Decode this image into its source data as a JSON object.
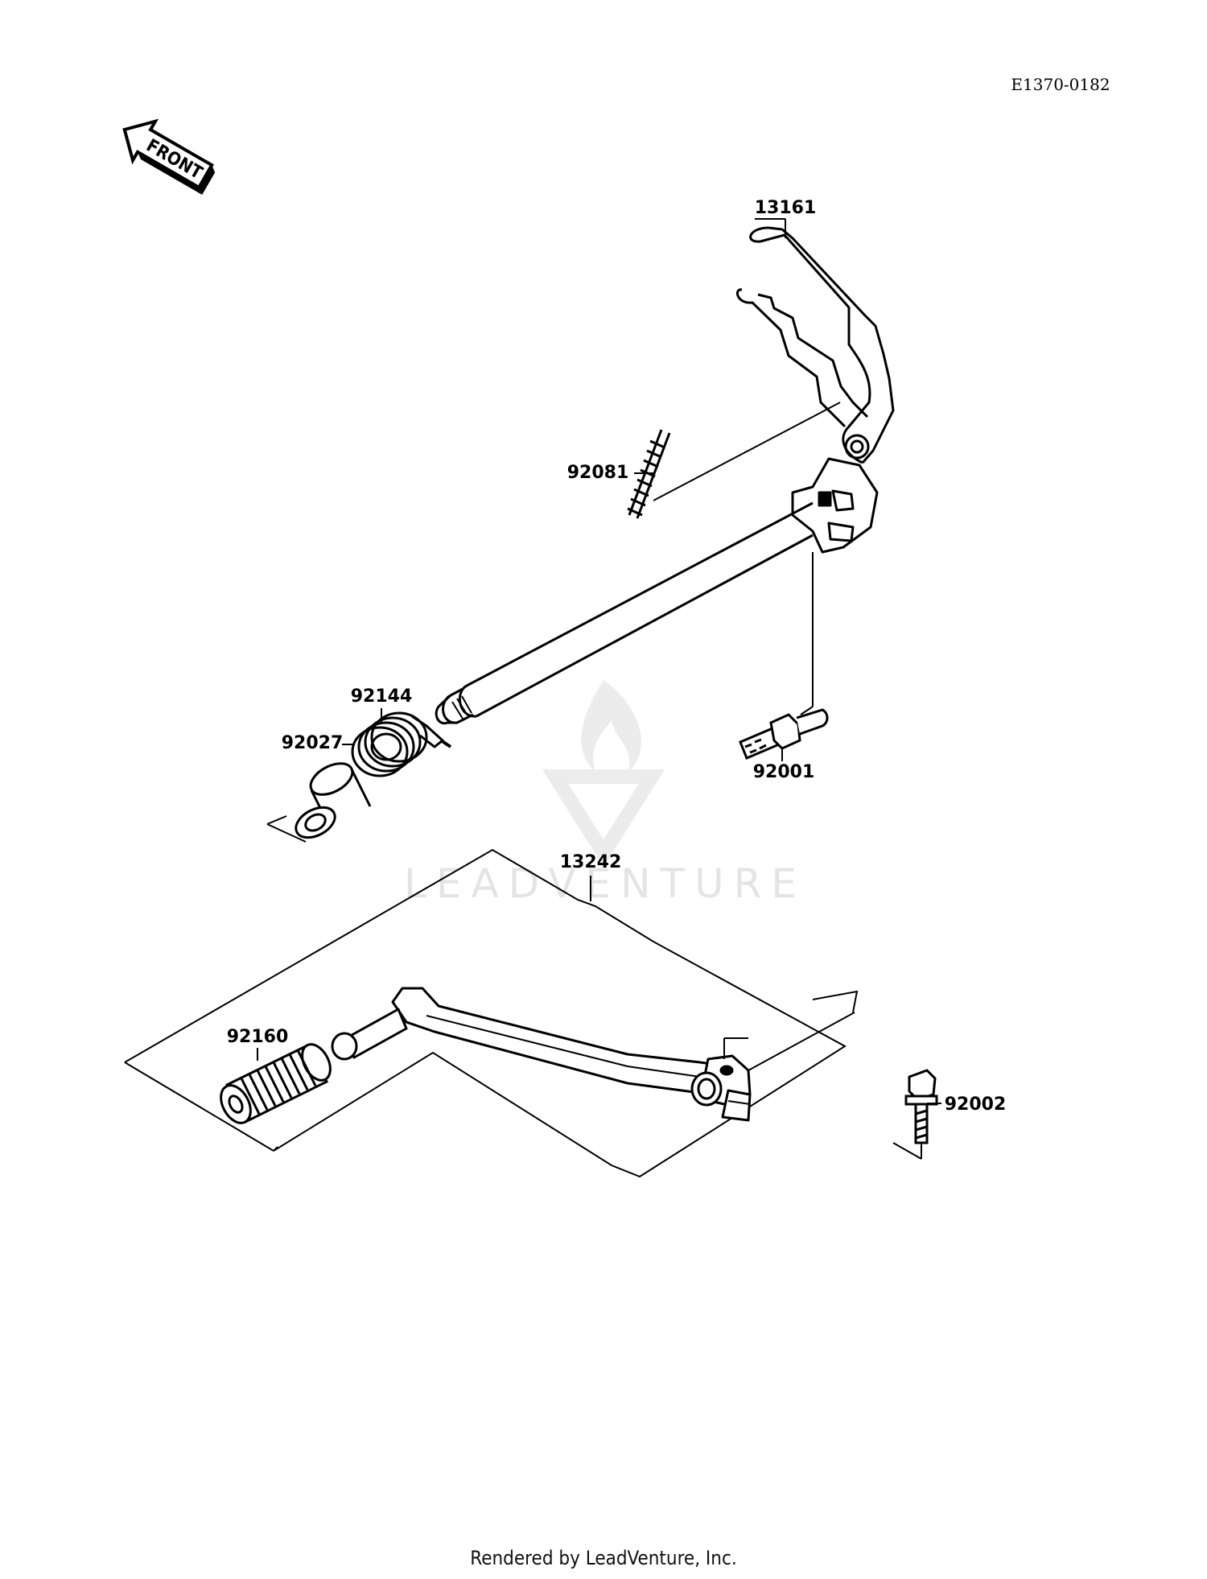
{
  "diagram_code": "E1370-0182",
  "front_label": "FRONT",
  "watermark": "LEADVENTURE",
  "footer": "Rendered by LeadVenture, Inc.",
  "parts": {
    "shift_shaft": "13161",
    "spring_pin": "92081",
    "return_spring": "92144",
    "collar": "92027",
    "stud_bolt": "92001",
    "shift_pedal_assy": "13242",
    "pedal_rubber": "92160",
    "bolt": "92002"
  }
}
